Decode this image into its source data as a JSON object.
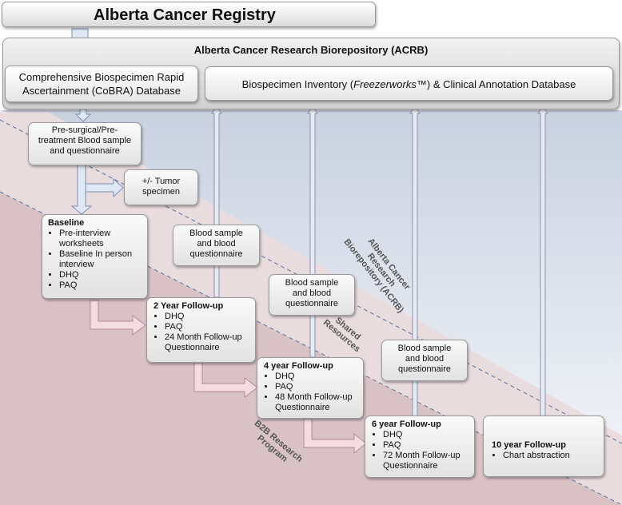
{
  "registry": {
    "title": "Alberta Cancer Registry"
  },
  "acrb": {
    "title": "Alberta Cancer Research Biorepository (ACRB)"
  },
  "cobra": {
    "line1": "Comprehensive Biospecimen Rapid",
    "line2": "Ascertainment (CoBRA)  Database"
  },
  "inventory": {
    "prefix": "Biospecimen Inventory (",
    "italic": "Freezerworks",
    "suffix": "™) & Clinical Annotation Database"
  },
  "presurgical": {
    "text": [
      "Pre-surgical/Pre-",
      "treatment Blood sample",
      "and questionnaire"
    ]
  },
  "tumor": {
    "text": [
      "+/- Tumor",
      "specimen"
    ]
  },
  "baseline": {
    "title": "Baseline",
    "items": [
      "Pre-interview worksheets",
      "Baseline In person interview",
      "DHQ",
      "PAQ"
    ]
  },
  "blood1": {
    "text": [
      "Blood sample",
      "and blood",
      "questionnaire"
    ]
  },
  "blood2": {
    "text": [
      "Blood sample",
      "and blood",
      "questionnaire"
    ]
  },
  "blood3": {
    "text": [
      "Blood sample",
      "and blood",
      "questionnaire"
    ]
  },
  "fu2": {
    "title": "2 Year Follow-up",
    "items": [
      "DHQ",
      "PAQ",
      "24 Month Follow-up Questionnaire"
    ]
  },
  "fu4": {
    "title": "4 year Follow-up",
    "items": [
      "DHQ",
      "PAQ",
      "48 Month Follow-up Questionnaire"
    ]
  },
  "fu6": {
    "title": "6 year Follow-up",
    "items": [
      "DHQ",
      "PAQ",
      "72 Month Follow-up Questionnaire"
    ]
  },
  "fu10": {
    "title": "10 year Follow-up",
    "items": [
      "Chart abstraction"
    ]
  },
  "bands": {
    "acrb_label": [
      "Alberta Cancer",
      "Research",
      "Biorepository (ACRB)"
    ],
    "shared_label": [
      "Shared",
      "Resources"
    ],
    "b2b_label": [
      "B2B Research",
      "Program"
    ]
  }
}
